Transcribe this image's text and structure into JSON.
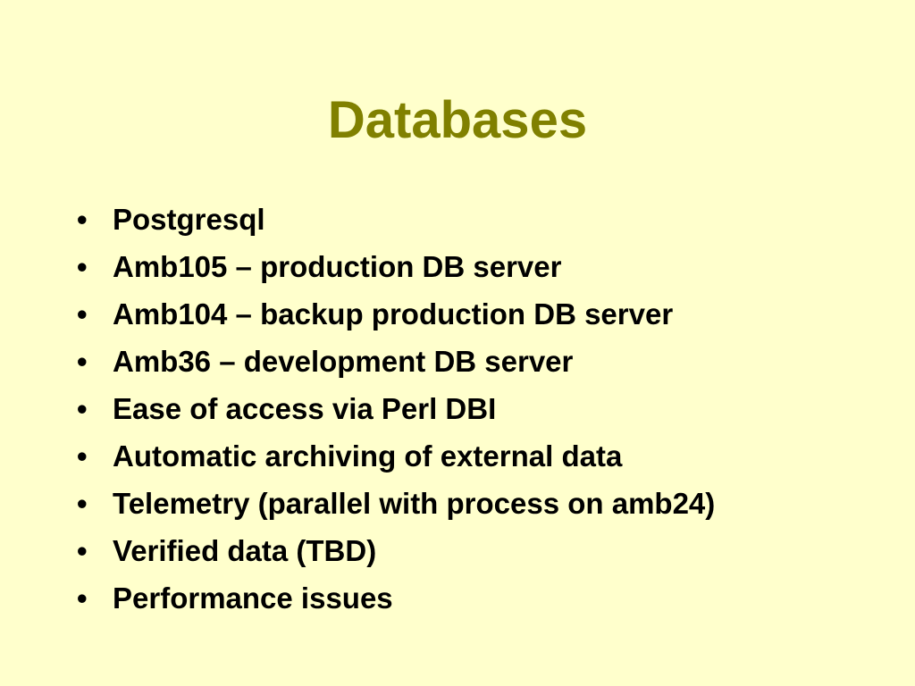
{
  "slide": {
    "title": "Databases",
    "bullets": [
      "Postgresql",
      "Amb105 – production DB server",
      "Amb104 – backup production DB server",
      "Amb36 – development DB server",
      "Ease of access via Perl DBI",
      "Automatic archiving of external data",
      "Telemetry (parallel with process on amb24)",
      "Verified data (TBD)",
      "Performance issues"
    ],
    "bullet_symbol": "•",
    "colors": {
      "background": "#ffffcc",
      "title": "#808000",
      "text": "#000000"
    }
  }
}
